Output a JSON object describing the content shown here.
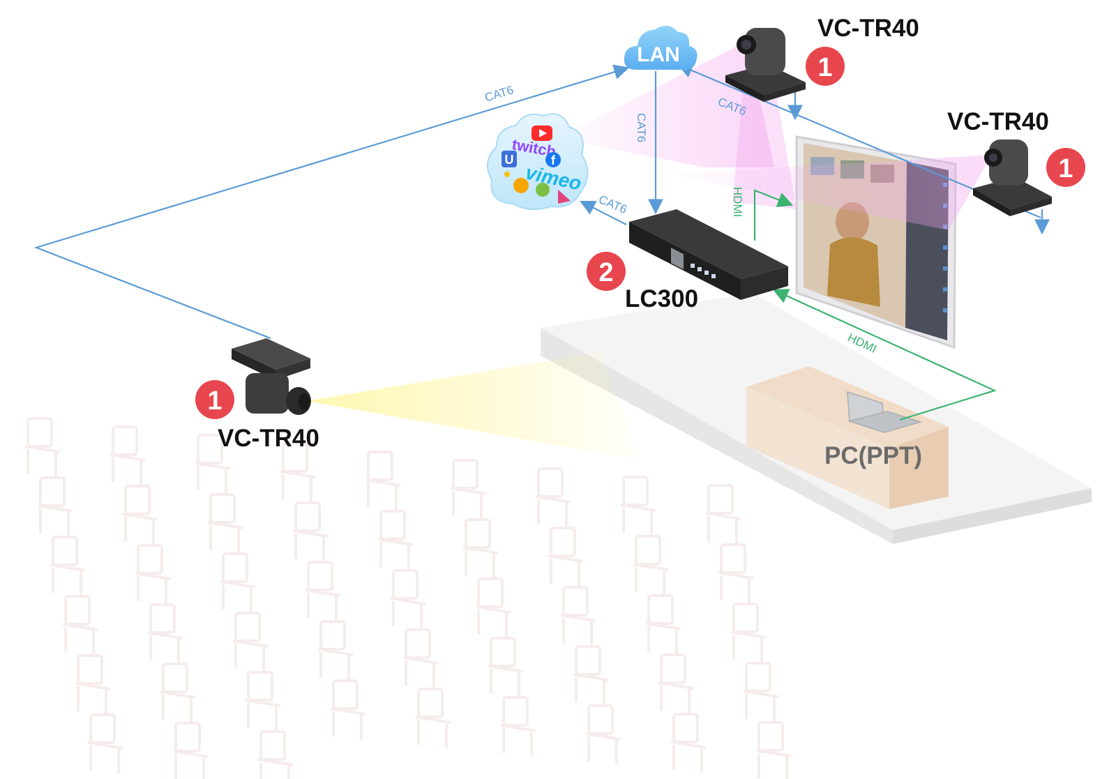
{
  "colors": {
    "cat6": "#5b9bd5",
    "hdmi": "#3cb371",
    "badge": "#e8464e",
    "cloud": "#7cc6f5",
    "beam_pink": "#f5b8f2",
    "beam_yellow": "#fff7a8",
    "device": "#2b2b2b"
  },
  "nodes": {
    "lan": "LAN",
    "camera_top": "VC-TR40",
    "camera_right": "VC-TR40",
    "camera_left": "VC-TR40",
    "recorder": "LC300",
    "pc": "PC(PPT)"
  },
  "badges": {
    "camera_top": "1",
    "camera_right": "1",
    "camera_left": "1",
    "recorder": "2"
  },
  "links": {
    "left_to_lan": "CAT6",
    "lan_to_recorder": "CAT6",
    "lan_to_camera": "CAT6",
    "recorder_to_stream": "CAT6",
    "recorder_to_display": "HDMI",
    "pc_to_recorder": "HDMI"
  },
  "platforms": {
    "twitch": "twitch",
    "vimeo": "vimeo",
    "ustream": "U",
    "facebook": "f"
  }
}
